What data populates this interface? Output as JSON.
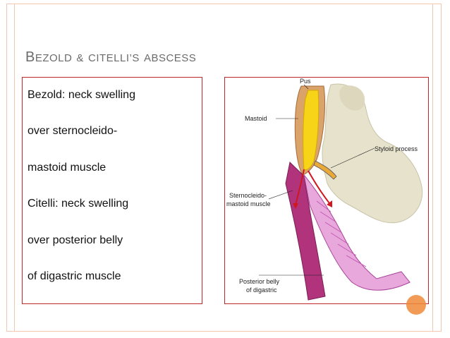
{
  "slide": {
    "title": {
      "part1_cap": "B",
      "part1_rest": "EZOLD",
      "amp": "&",
      "part2_cap": "C",
      "part2_rest": "ITELLI",
      "apos": "’",
      "part2_s": "S",
      "part3": "ABSCESS"
    },
    "text_lines": [
      "Bezold: neck swelling",
      "over sternocleido-",
      "mastoid muscle",
      "Citelli: neck swelling",
      "over posterior belly",
      "of digastric muscle"
    ],
    "figure": {
      "labels": {
        "pus": "Pus",
        "mastoid": "Mastoid",
        "styloid": "Styloid process",
        "scm_line1": "Sternocleido-",
        "scm_line2": "mastoid muscle",
        "posterior_line1": "Posterior belly",
        "posterior_line2": "of digastric"
      }
    },
    "colors": {
      "accent_border": "#c0272d",
      "frame": "#f2c8b4",
      "title": "#6b6b6b",
      "corner_circle": "#f08a3a"
    }
  }
}
